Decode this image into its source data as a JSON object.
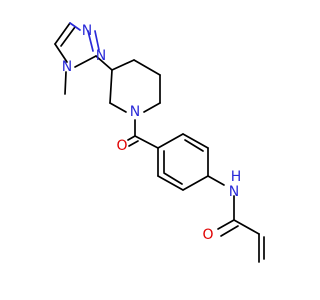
{
  "colors": {
    "background": "#ffffff",
    "bond": "#000000",
    "nitrogen": "#2a2ad8",
    "oxygen": "#e00000"
  },
  "atoms": [
    {
      "id": "n_triazole_a",
      "symbol": "N"
    },
    {
      "id": "n_triazole_b",
      "symbol": "N"
    },
    {
      "id": "n_triazole_methyl",
      "symbol": "N"
    },
    {
      "id": "n_piperidine",
      "symbol": "N"
    },
    {
      "id": "o_ketone",
      "symbol": "O"
    },
    {
      "id": "n_amide",
      "symbol": "N"
    },
    {
      "id": "h_amide",
      "symbol": "H"
    },
    {
      "id": "o_amide",
      "symbol": "O"
    }
  ]
}
